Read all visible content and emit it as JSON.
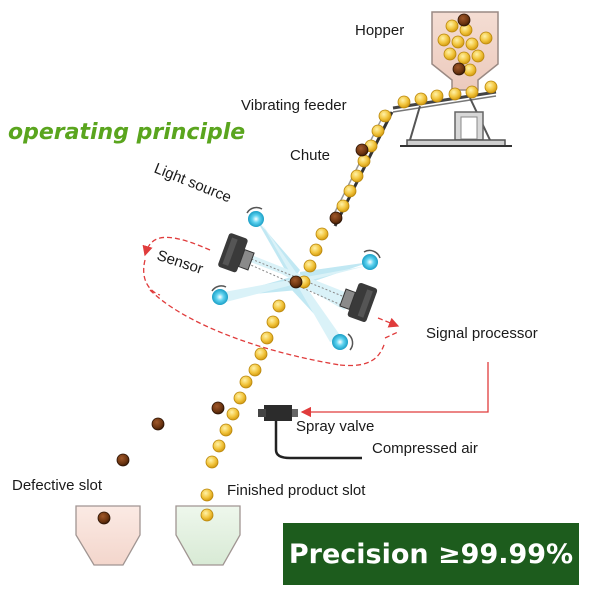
{
  "labels": {
    "hopper": "Hopper",
    "vibrating_feeder": "Vibrating feeder",
    "chute": "Chute",
    "light_source": "Light source",
    "sensor": "Sensor",
    "signal_processor": "Signal processor",
    "spray_valve": "Spray valve",
    "compressed_air": "Compressed air",
    "defective_slot": "Defective slot",
    "finished_product_slot": "Finished product slot"
  },
  "title": "operating principle",
  "badge": "Precision ≥99.99%",
  "colors": {
    "good_bean": "#f2c53d",
    "bad_bean": "#6b3410",
    "signal_line": "#e03c3c",
    "title_green": "#5aa51e",
    "badge_bg": "#1d5c1d",
    "light_beam": "#8fd6ea",
    "defective_bin": "#f6e1da",
    "product_bin": "#e3f1e1"
  },
  "icons": {
    "light": "light-source-icon",
    "sensor": "camera-sensor-icon",
    "valve": "spray-valve-icon"
  }
}
